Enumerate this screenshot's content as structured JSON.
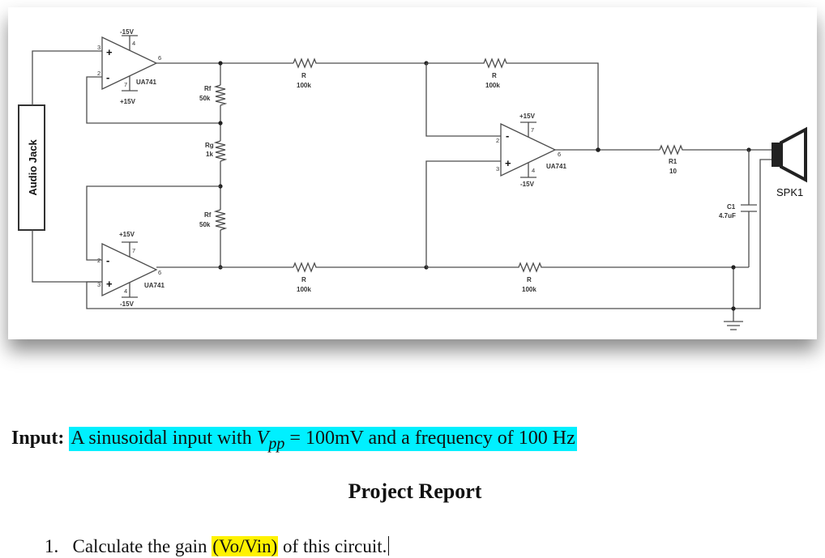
{
  "schematic": {
    "connector_label": "Audio Jack",
    "speaker_label": "SPK1",
    "opamps": [
      {
        "part": "UA741",
        "top_rail": "-15V",
        "bottom_rail": "+15V",
        "pin_plus": "3",
        "pin_minus": "2",
        "pin_out": "6",
        "pin_top": "4",
        "pin_bottom": "7"
      },
      {
        "part": "UA741",
        "top_rail": "+15V",
        "bottom_rail": "-15V",
        "pin_minus": "2",
        "pin_plus": "3",
        "pin_out": "6",
        "pin_top": "7",
        "pin_bottom": "4"
      },
      {
        "part": "UA741",
        "top_rail": "+15V",
        "bottom_rail": "-15V",
        "pin_minus": "2",
        "pin_plus": "3",
        "pin_out": "6",
        "pin_top": "7",
        "pin_bottom": "4"
      }
    ],
    "resistors": [
      {
        "name": "Rf",
        "value": "50k"
      },
      {
        "name": "Rg",
        "value": "1k"
      },
      {
        "name": "Rf",
        "value": "50k"
      },
      {
        "name": "R",
        "value": "100k"
      },
      {
        "name": "R",
        "value": "100k"
      },
      {
        "name": "R",
        "value": "100k"
      },
      {
        "name": "R",
        "value": "100k"
      },
      {
        "name": "R1",
        "value": "10"
      }
    ],
    "capacitor": {
      "name": "C1",
      "value": "4.7uF"
    }
  },
  "doc": {
    "input_label": "Input:",
    "input_text_1": "A sinusoidal input with ",
    "input_var": "V",
    "input_sub": "pp",
    "input_text_2": " = 100mV and a frequency of 100 Hz",
    "title": "Project Report",
    "task_number": "1.",
    "task_text_1": "Calculate the gain ",
    "task_highlight": "(Vo/Vin)",
    "task_text_2": " of this circuit."
  },
  "colors": {
    "input_highlight": "#00f0ff",
    "task_highlight": "#fff200",
    "wire": "#4d4d4d"
  }
}
